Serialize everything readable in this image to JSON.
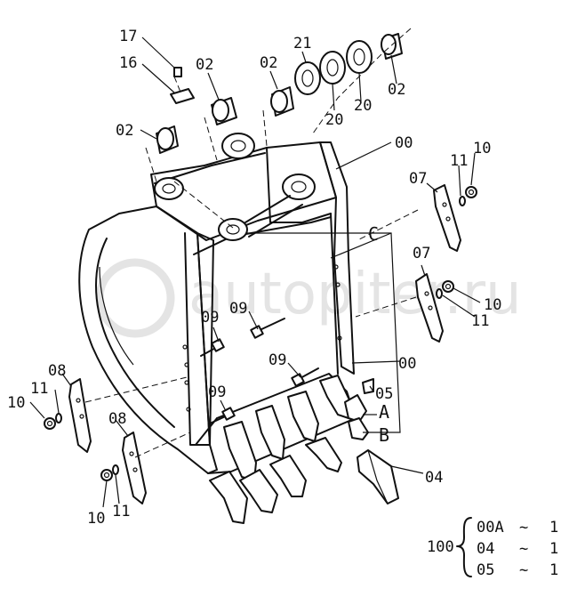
{
  "watermark": "autopiter.ru",
  "callouts": {
    "c17": "17",
    "c16": "16",
    "c02a": "02",
    "c02b": "02",
    "c21": "21",
    "c20a": "20",
    "c20b": "20",
    "c02c": "02",
    "c02d": "02",
    "c00a": "00",
    "c11a": "11",
    "c10a": "10",
    "c07a": "07",
    "cC": "C",
    "c07b": "07",
    "c10b": "10",
    "c11b": "11",
    "c09a": "09",
    "c09b": "09",
    "c09c": "09",
    "c00b": "00",
    "c08a": "08",
    "c09d": "09",
    "c05": "05",
    "cA": "A",
    "c11c": "11",
    "c10c": "10",
    "c08b": "08",
    "cB": "B",
    "c04": "04",
    "c10d": "10",
    "c11d": "11"
  },
  "parts_table": {
    "group": "100",
    "rows": [
      {
        "code": "00A",
        "sep": "~",
        "qty": "1"
      },
      {
        "code": "04",
        "sep": "~",
        "qty": "1"
      },
      {
        "code": "05",
        "sep": "~",
        "qty": "1"
      }
    ]
  }
}
